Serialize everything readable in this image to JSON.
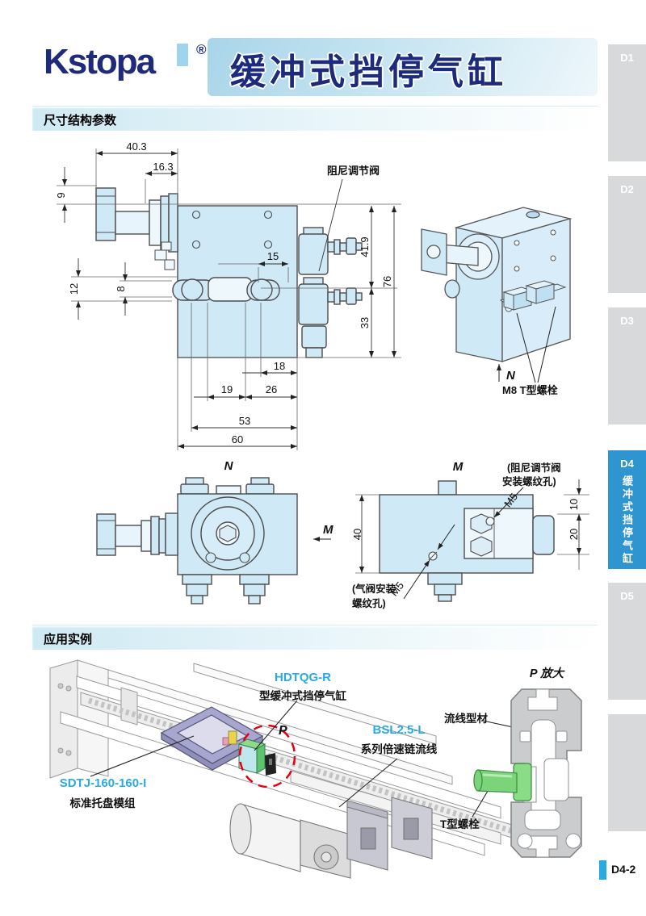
{
  "header": {
    "logo": "Kstopa",
    "reg": "®",
    "title": "缓冲式挡停气缸"
  },
  "sections": {
    "dims": "尺寸结构参数",
    "app": "应用实例"
  },
  "front": {
    "d40_3": "40.3",
    "d16_3": "16.3",
    "d9": "9",
    "d15": "15",
    "d12": "12",
    "d8": "8",
    "d41_9": "41.9",
    "d76": "76",
    "d33": "33",
    "d18": "18",
    "d19": "19",
    "d26": "26",
    "d53": "53",
    "d60": "60",
    "valve": "阻尼调节阀"
  },
  "iso": {
    "n": "N",
    "bolt": "M8 T型螺栓"
  },
  "nview": {
    "n": "N",
    "m": "M"
  },
  "mview": {
    "m": "M",
    "d40": "40",
    "d10": "10",
    "d20": "20",
    "m5a": "M5",
    "m5b": "M5",
    "note_top1": "(阻尼调节阀",
    "note_top2": "安装螺纹孔)",
    "note_bot1": "(气阀安装",
    "note_bot2": "螺纹孔)"
  },
  "app": {
    "hdtqg_code": "HDTQG-R",
    "hdtqg_desc": "型缓冲式挡停气缸",
    "bsl_code": "BSL2.5-L",
    "bsl_desc": "系列倍速链流线",
    "sdtj_code": "SDTJ-160-160-I",
    "sdtj_desc": "标准托盘模组",
    "p": "P",
    "p_title": "P 放大",
    "profile": "流线型材",
    "tbolt": "T型螺栓"
  },
  "sidebar": {
    "tabs": [
      {
        "label": "D1",
        "active": false
      },
      {
        "label": "D2",
        "active": false
      },
      {
        "label": "D3",
        "active": false
      },
      {
        "label": "D4",
        "active": true,
        "vertical": "缓冲式挡停气缸"
      },
      {
        "label": "D5",
        "active": false
      },
      {
        "label": "",
        "active": false
      }
    ]
  },
  "footer": {
    "page": "D4-2"
  },
  "colors": {
    "navy": "#1f2a7b",
    "accent_cyan": "#29abe2",
    "tab_active": "#2f95d0",
    "drawing_fill": "#cfe9f6",
    "detail_red": "#e60012",
    "bolt_green": "#7cd47a"
  }
}
